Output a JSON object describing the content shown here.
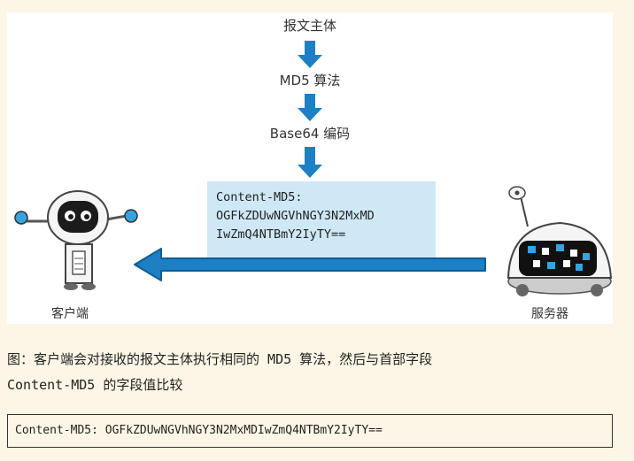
{
  "diagram": {
    "steps": [
      "报文主体",
      "MD5 算法",
      "Base64 编码"
    ],
    "header_box": {
      "line1": "Content-MD5:",
      "line2": "OGFkZDUwNGVhNGY3N2MxMD",
      "line3": "IwZmQ4NTBmY2IyTY=="
    },
    "client_label": "客户端",
    "server_label": "服务器",
    "colors": {
      "arrow": "#1d7fc4",
      "box": "#cfe8f5",
      "background": "#fdf6e6"
    }
  },
  "caption": {
    "line1": "图：客户端会对接收的报文主体执行相同的 MD5 算法，然后与首部字段",
    "line2": "Content-MD5 的字段值比较"
  },
  "code": "Content-MD5: OGFkZDUwNGVhNGY3N2MxMDIwZmQ4NTBmY2IyTY=="
}
